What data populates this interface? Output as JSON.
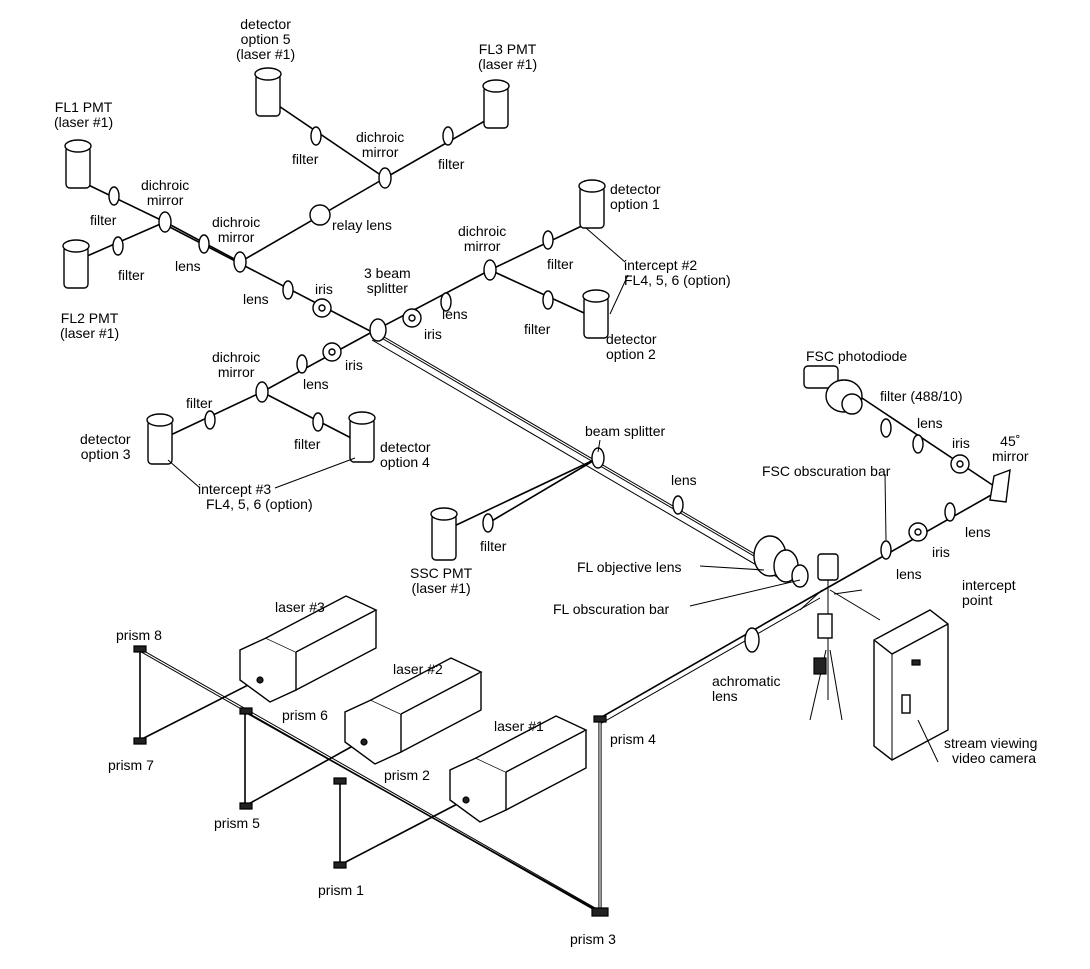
{
  "labels": {
    "fl1_pmt": "FL1 PMT",
    "fl1_laser": "(laser #1)",
    "fl2_pmt": "FL2 PMT",
    "fl2_laser": "(laser #1)",
    "fl3_pmt": "FL3 PMT",
    "fl3_laser": "(laser #1)",
    "det5_l1": "detector",
    "det5_l2": "option 5",
    "det5_l3": "(laser #1)",
    "det1_l1": "detector",
    "det1_l2": "option 1",
    "det2_l1": "detector",
    "det2_l2": "option 2",
    "det3_l1": "detector",
    "det3_l2": "option 3",
    "det4_l1": "detector",
    "det4_l2": "option 4",
    "intercept2_l1": "intercept #2",
    "intercept2_l2": "FL4, 5, 6 (option)",
    "intercept3_l1": "intercept #3",
    "intercept3_l2": "FL4, 5, 6 (option)",
    "dichroic_a_l1": "dichroic",
    "dichroic_a_l2": "mirror",
    "dichroic_b_l1": "dichroic",
    "dichroic_b_l2": "mirror",
    "dichroic_c_l1": "dichroic",
    "dichroic_c_l2": "mirror",
    "dichroic_d_l1": "dichroic",
    "dichroic_d_l2": "mirror",
    "dichroic_e_l1": "dichroic",
    "dichroic_e_l2": "mirror",
    "filter_fl1": "filter",
    "filter_fl2": "filter",
    "filter_det5": "filter",
    "filter_fl3": "filter",
    "filter_det1": "filter",
    "filter_det2": "filter",
    "filter_det3": "filter",
    "filter_det4": "filter",
    "filter_ssc": "filter",
    "relay_lens": "relay lens",
    "lens_1": "lens",
    "lens_2": "lens",
    "lens_3": "lens",
    "lens_4": "lens",
    "lens_beam": "lens",
    "iris_1": "iris",
    "iris_2": "iris",
    "iris_3": "iris",
    "beam_splitter_3_l1": "3 beam",
    "beam_splitter_3_l2": "splitter",
    "beam_splitter": "beam splitter",
    "ssc_pmt": "SSC PMT",
    "ssc_laser": "(laser #1)",
    "fsc_photodiode": "FSC photodiode",
    "fsc_filter": "filter (488/10)",
    "fsc_lens": "lens",
    "fsc_iris": "iris",
    "mirror_45_l1": "45˚",
    "mirror_45_l2": "mirror",
    "fsc_lens_2": "lens",
    "fsc_iris_2": "iris",
    "fsc_lens_3": "lens",
    "fsc_obscuration_bar": "FSC obscuration bar",
    "fl_objective_lens": "FL objective lens",
    "fl_obscuration_bar": "FL obscuration bar",
    "intercept_point_l1": "intercept",
    "intercept_point_l2": "point",
    "achromatic_l1": "achromatic",
    "achromatic_l2": "lens",
    "stream_cam_l1": "stream viewing",
    "stream_cam_l2": "video camera",
    "laser_3": "laser #3",
    "laser_2": "laser #2",
    "laser_1": "laser #1",
    "prism_1": "prism  1",
    "prism_2": "prism  2",
    "prism_3": "prism  3",
    "prism_4": "prism 4",
    "prism_5": "prism  5",
    "prism_6": "prism  6",
    "prism_7": "prism  7",
    "prism_8": "prism  8"
  }
}
